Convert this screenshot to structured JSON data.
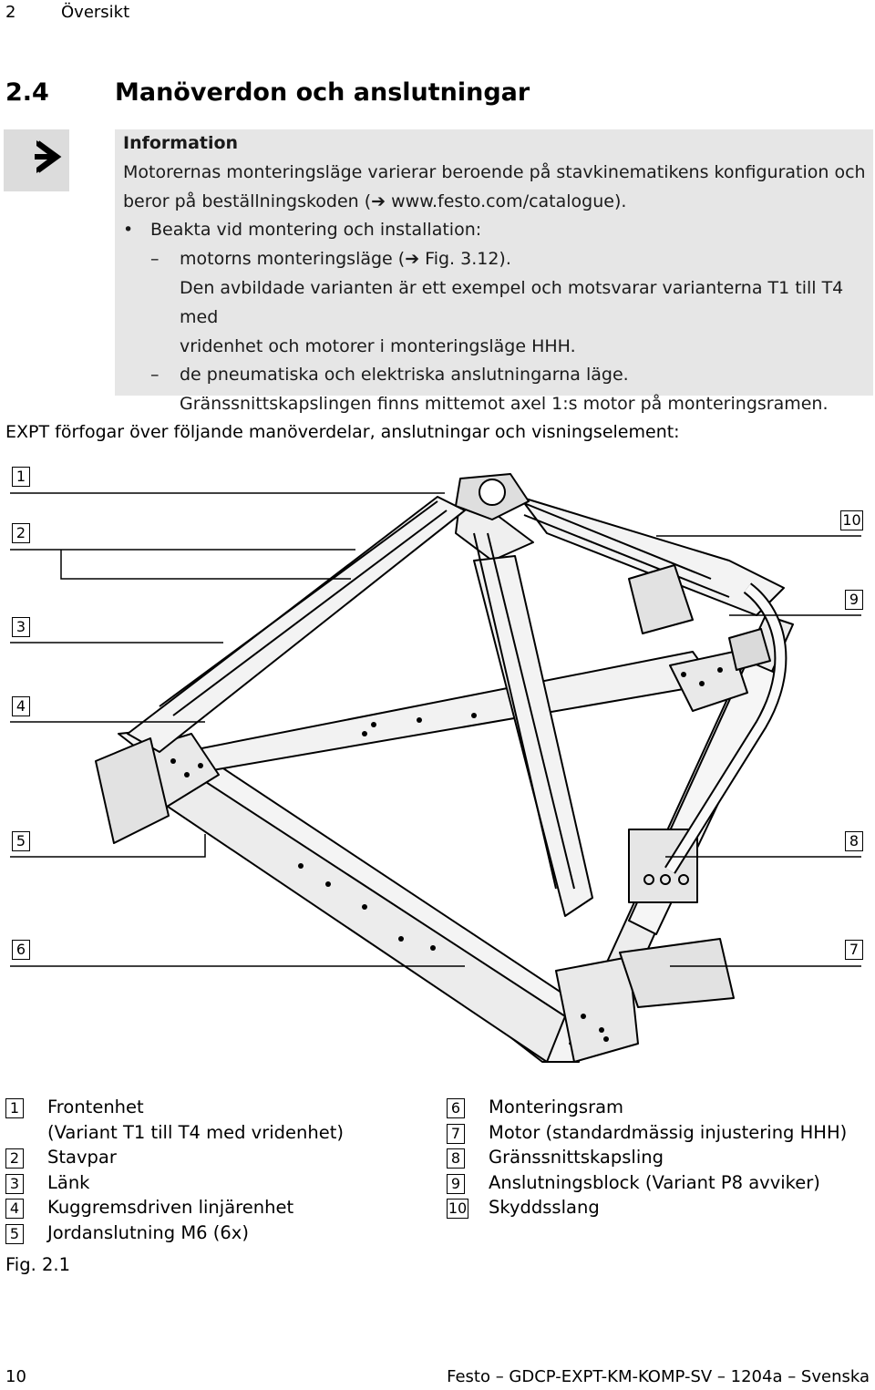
{
  "header": {
    "chapter_number": "2",
    "chapter_title": "Översikt"
  },
  "section": {
    "number": "2.4",
    "title": "Manöverdon och anslutningar"
  },
  "info": {
    "icon": "arrow-right-icon",
    "heading": "Information",
    "line1": "Motorernas monteringsläge varierar beroende på stavkinematikens konfiguration och",
    "line2": "beror på beställningskoden (➔ www.festo.com/catalogue).",
    "bullet": "Beakta vid montering och installation:",
    "dash1": "motorns monteringsläge (➔ Fig. 3.12).",
    "dash1_cont1": "Den avbildade varianten är ett exempel och motsvarar varianterna T1 till T4 med",
    "dash1_cont2": "vridenhet och motorer i monteringsläge HHH.",
    "dash2": "de pneumatiska och elektriska anslutningarna läge.",
    "dash2_cont": "Gränssnittskapslingen finns mittemot axel 1:s motor på monteringsramen."
  },
  "lead_text": "EXPT förfogar över följande manöverdelar, anslutningar och visningselement:",
  "figure": {
    "callouts": [
      "1",
      "2",
      "3",
      "4",
      "5",
      "6",
      "7",
      "8",
      "9",
      "10"
    ],
    "caption": "Fig. 2.1"
  },
  "legend": [
    {
      "num": "1",
      "text": "Frontenhet",
      "cont": "(Variant T1 till T4 med vridenhet)"
    },
    {
      "num": "2",
      "text": "Stavpar"
    },
    {
      "num": "3",
      "text": "Länk"
    },
    {
      "num": "4",
      "text": "Kuggremsdriven linjärenhet"
    },
    {
      "num": "5",
      "text": "Jordanslutning M6 (6x)"
    },
    {
      "num": "6",
      "text": "Monteringsram"
    },
    {
      "num": "7",
      "text": "Motor (standardmässig injustering HHH)"
    },
    {
      "num": "8",
      "text": "Gränssnittskapsling"
    },
    {
      "num": "9",
      "text": "Anslutningsblock (Variant P8 avviker)"
    },
    {
      "num": "10",
      "text": "Skyddsslang"
    }
  ],
  "footer": {
    "page_number": "10",
    "doc_reference": "Festo – GDCP-EXPT-KM-KOMP-SV – 1204a – Svenska"
  }
}
